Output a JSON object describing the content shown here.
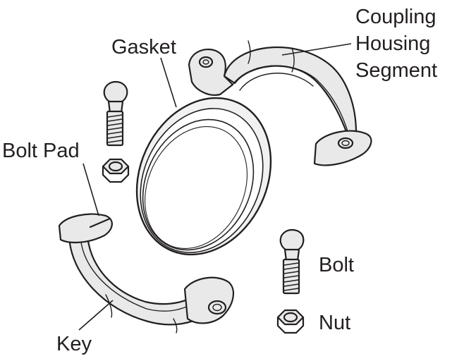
{
  "labels": {
    "coupling_line1": "Coupling",
    "coupling_line2": "Housing",
    "coupling_line3": "Segment",
    "gasket": "Gasket",
    "bolt_pad": "Bolt Pad",
    "bolt": "Bolt",
    "nut": "Nut",
    "key": "Key"
  },
  "icons": {
    "bolt": "bolt-icon",
    "nut": "hex-nut-icon"
  }
}
